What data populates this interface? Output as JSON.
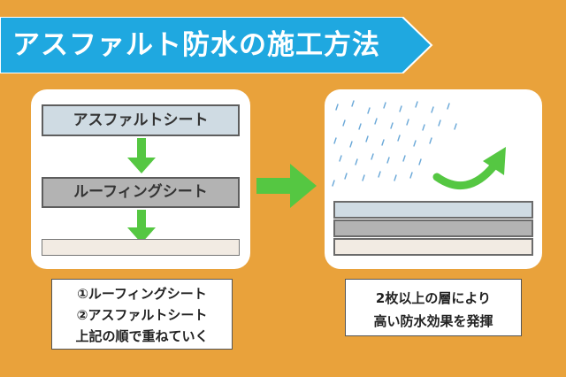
{
  "banner": {
    "title": "アスファルト防水の施工方法"
  },
  "left_panel": {
    "top_layer_label": "アスファルトシート",
    "middle_layer_label": "ルーフィングシート"
  },
  "left_note": {
    "lines": [
      "①ルーフィングシート",
      "②アスファルトシート",
      "上記の順で重ねていく"
    ]
  },
  "right_note": {
    "lines": [
      "2枚以上の層により",
      "高い防水効果を発揮"
    ]
  },
  "colors": {
    "background": "#e9a23b",
    "banner": "#1fa8e0",
    "arrow_green": "#55c742",
    "layer_blue": "#cfdbe3",
    "layer_gray": "#b3b3b3",
    "layer_beige": "#f2ebe3",
    "rain": "#6aa8d8"
  }
}
